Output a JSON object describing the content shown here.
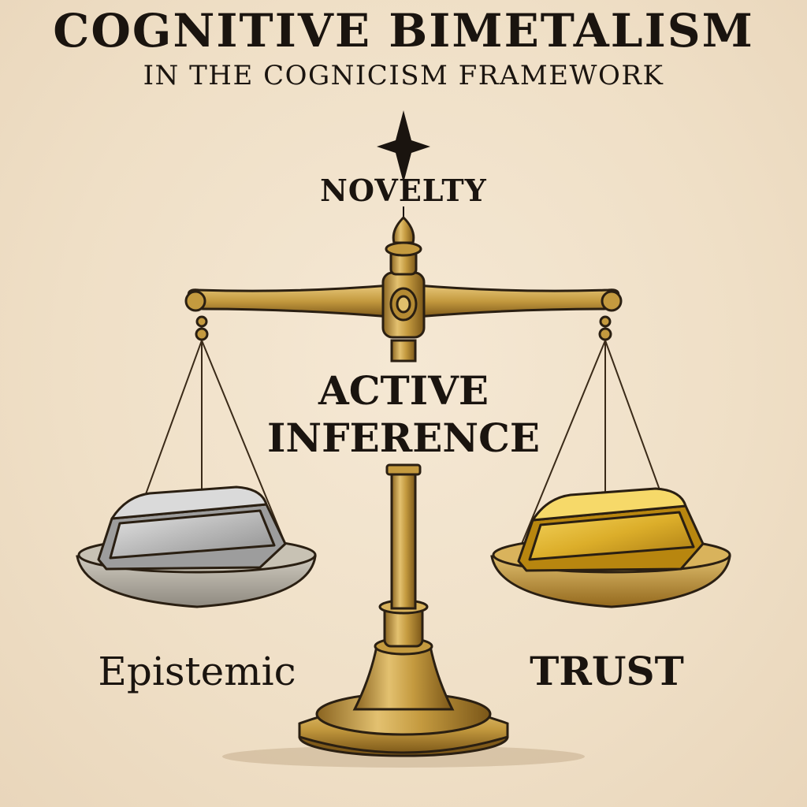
{
  "title": "Cognitive Bimetalism",
  "subtitle": "IN THE COGNICISM FRAMEWORK",
  "top_label": "NOVELTY",
  "center_label_line1": "ACTIVE",
  "center_label_line2": "INFERENCE",
  "left_label": "Epistemic",
  "right_label": "TRUST",
  "colors": {
    "background": "#f1e2cc",
    "brass": "#c49a3f",
    "silver": "#b8b8b8",
    "gold": "#e0b52e",
    "ink": "#1a140f"
  },
  "icons": {
    "top": "compass-star-icon",
    "left_weight": "silver-ingot-icon",
    "right_weight": "gold-ingot-icon"
  }
}
